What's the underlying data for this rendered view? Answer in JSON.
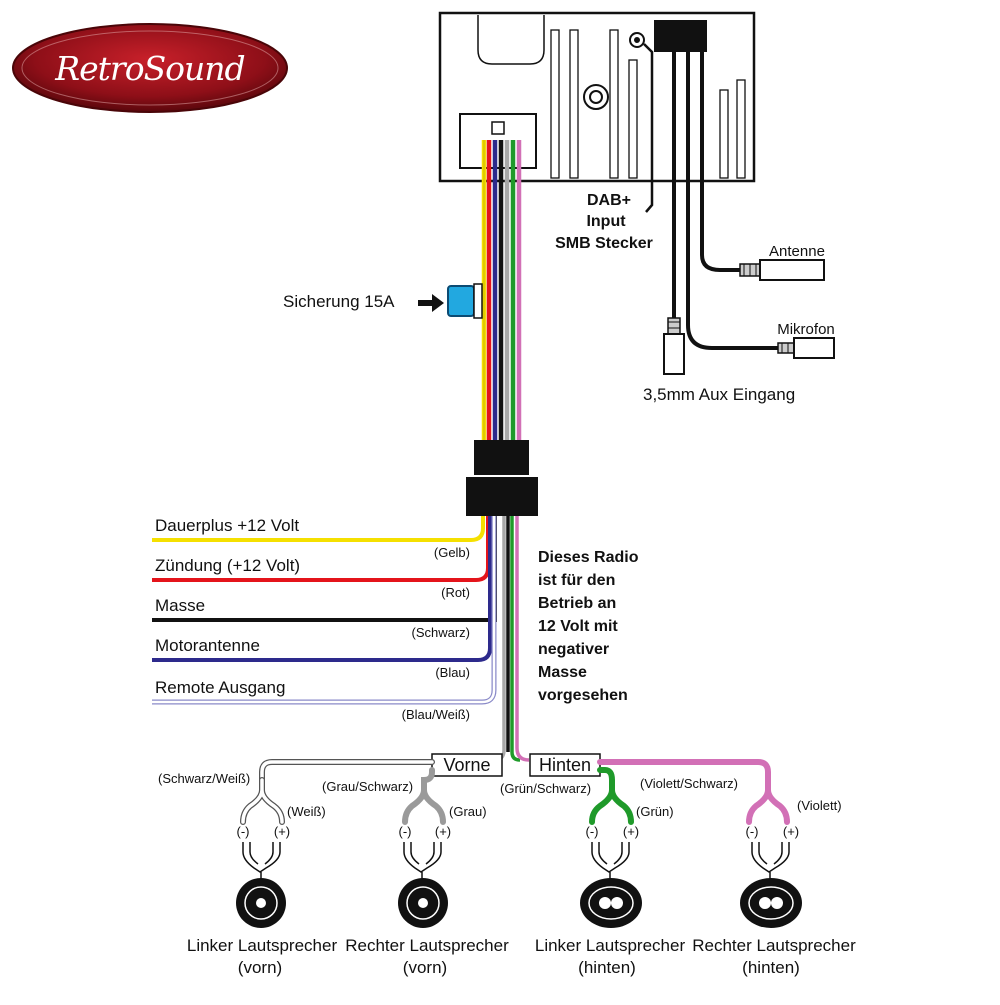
{
  "brand": {
    "logo_text": "RetroSound"
  },
  "radio": {
    "dab_line1": "DAB+",
    "dab_line2": "Input",
    "dab_line3": "SMB Stecker",
    "antenna": "Antenne",
    "microphone": "Mikrofon",
    "aux": "3,5mm Aux Eingang",
    "fuse": "Sicherung 15A"
  },
  "wires": [
    {
      "label": "Dauerplus +12 Volt",
      "color_name": "(Gelb)",
      "color": "#f5e000"
    },
    {
      "label": "Zündung (+12 Volt)",
      "color_name": "(Rot)",
      "color": "#e4141b"
    },
    {
      "label": "Masse",
      "color_name": "(Schwarz)",
      "color": "#111111"
    },
    {
      "label": "Motorantenne",
      "color_name": "(Blau)",
      "color": "#2d2a8c"
    },
    {
      "label": "Remote Ausgang",
      "color_name": "(Blau/Weiß)",
      "color": "#d8d8f0"
    }
  ],
  "note": [
    "Dieses Radio",
    "ist für den",
    "Betrieb an",
    "12 Volt mit",
    "negativer",
    "Masse",
    "vorgesehen"
  ],
  "groups": {
    "front": "Vorne",
    "rear": "Hinten"
  },
  "speakers": [
    {
      "neg_color": "(Schwarz/Weiß)",
      "pos_color": "(Weiß)",
      "minus": "(-)",
      "plus": "(+)",
      "name1": "Linker Lautsprecher",
      "name2": "(vorn)",
      "color": "#ffffff"
    },
    {
      "neg_color": "(Grau/Schwarz)",
      "pos_color": "(Grau)",
      "minus": "(-)",
      "plus": "(+)",
      "name1": "Rechter Lautsprecher",
      "name2": "(vorn)",
      "color": "#9a9a9a"
    },
    {
      "neg_color": "(Grün/Schwarz)",
      "pos_color": "(Grün)",
      "minus": "(-)",
      "plus": "(+)",
      "name1": "Linker Lautsprecher",
      "name2": "(hinten)",
      "color": "#1f9a2a"
    },
    {
      "neg_color": "(Violett/Schwarz)",
      "pos_color": "(Violett)",
      "minus": "(-)",
      "plus": "(+)",
      "name1": "Rechter Lautsprecher",
      "name2": "(hinten)",
      "color": "#d270b6"
    }
  ]
}
